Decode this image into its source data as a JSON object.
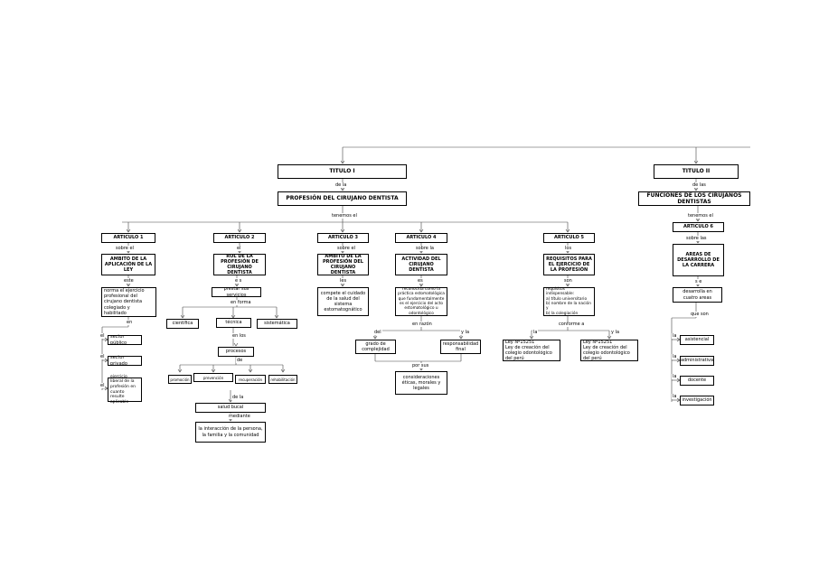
{
  "title1": {
    "box": "TITULO I",
    "link": "de   la",
    "profession": "PROFESIÓN DEL CIRUJANO DENTISTA",
    "link2": "tenemos el"
  },
  "title2": {
    "box": "TITULO II",
    "link": "de    las",
    "functions": "FUNCIONES DE LOS CIRUJANOS DENTISTAS",
    "link2": "tenemos el",
    "article": "ARTICULO 6",
    "link3": "sobre   las",
    "areas": "AREAS DE DESARROLLO DE LA CARRERA",
    "link4": "s e",
    "develops": "desarrolla en cuatro areas",
    "link5": "que   son",
    "items": [
      "asistencial",
      "administrativa",
      "docente",
      "investigación"
    ],
    "item_link": "la"
  },
  "art1": {
    "box": "ARTICULO 1",
    "link": "sobre   el",
    "topic": "AMBITO DE LA APLICACIÓN DE LA LEY",
    "link2": "este",
    "desc": "norma el ejercicio profesional del cirujano dentista colegiado y habilitado",
    "link3": "en",
    "items": [
      "sector público",
      "sector privado",
      "ejercicio liberal de la profesión en cuanto resulte aplicable"
    ],
    "item_link": "el"
  },
  "art2": {
    "box": "ARTICULO 2",
    "link": "el",
    "topic": "ROL DE LA PROFESIÓN DE CIRUJANO DENTISTA",
    "link2": "e s",
    "serve": "prestar sus  servicios",
    "link3": "en forma",
    "forms": [
      "científica",
      "técnica",
      "sistemática"
    ],
    "link4": "en los",
    "processes": "procesos",
    "link5": "de",
    "process_items": [
      "promoción",
      "prevención",
      "recuperación",
      "rehabilitación"
    ],
    "link6": "de   la",
    "health": "salud bucal",
    "link7": "mediante",
    "interaction": "la interacción de la persona, la familia y la comunidad"
  },
  "art3": {
    "box": "ARTICULO 3",
    "link": "sobre   el",
    "topic": "AMBITO DE LA PROFESIÓN DEL CIRUJANO DENTISTA",
    "link2": "les",
    "desc": "compete el cuidado de la salud del sistema estomatognático"
  },
  "art4": {
    "box": "ARTICULO 4",
    "link": "sobre   la",
    "topic": "ACTIVIDAD DEL CIRUJANO DENTISTA",
    "link2": "es",
    "desc": "reconocida como la práctica estomatológica que fundamentalmente es el ejercicio del acto estomatológico u odontológico",
    "link3": "en razón",
    "link4": "del",
    "link5": "y   la",
    "reasons": [
      "grado de complejidad",
      "responsabilidad final"
    ],
    "link6": "por sus",
    "considerations": "consideraciones éticas, morales y legales"
  },
  "art5": {
    "box": "ARTICULO 5",
    "link": "los",
    "topic": "REQUISITOS PARA EL EJERCICIO DE LA PROFESIÓN",
    "link2": "son",
    "desc": "requisitos indispensable:\na) título universitario\nb) nombre de la nación y\nb) la colegiación",
    "link3": "conforme a",
    "link4": "la",
    "link5": "y   la",
    "laws": [
      "Ley Nº15251\nLey de creación del colegio odontológico del perú",
      "Ley Nº15251\nLey de creación del colegio odontológico del perú"
    ]
  }
}
